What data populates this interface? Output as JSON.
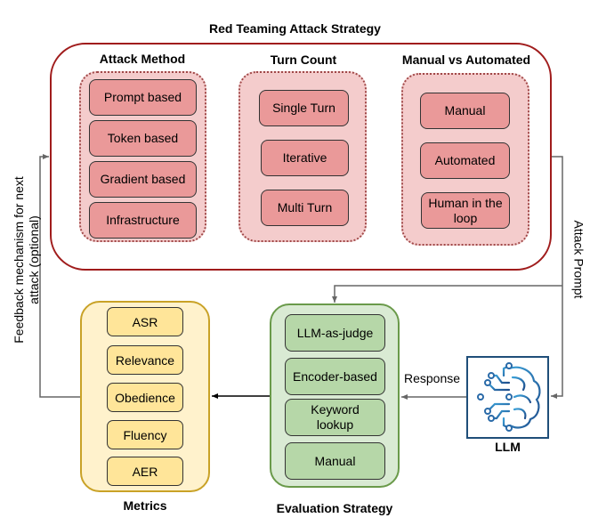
{
  "title": "Red Teaming Attack Strategy",
  "attack_method": {
    "heading": "Attack Method",
    "items": [
      "Prompt based",
      "Token based",
      "Gradient based",
      "Infrastructure"
    ]
  },
  "turn_count": {
    "heading": "Turn Count",
    "items": [
      "Single Turn",
      "Iterative",
      "Multi Turn"
    ]
  },
  "manual_vs_automated": {
    "heading": "Manual vs Automated",
    "items": [
      "Manual",
      "Automated",
      "Human in the loop"
    ]
  },
  "metrics": {
    "heading": "Metrics",
    "items": [
      "ASR",
      "Relevance",
      "Obedience",
      "Fluency",
      "AER"
    ]
  },
  "evaluation_strategy": {
    "heading": "Evaluation Strategy",
    "items": [
      "LLM-as-judge",
      "Encoder-based",
      "Keyword lookup",
      "Manual"
    ]
  },
  "llm": {
    "label": "LLM",
    "icon": "brain-circuit-icon"
  },
  "edges": {
    "attack_prompt": "Attack Prompt",
    "response": "Response",
    "feedback": "Feedback mechanism for next attack (optional)"
  },
  "colors": {
    "red_border": "#a01c1c",
    "red_group": "#f4cccc",
    "red_box": "#ea9999",
    "yellow_group": "#fff2cc",
    "yellow_box": "#ffe599",
    "green_group": "#d9ead3",
    "green_box": "#b6d7a8",
    "llm_border": "#1f4e79"
  }
}
